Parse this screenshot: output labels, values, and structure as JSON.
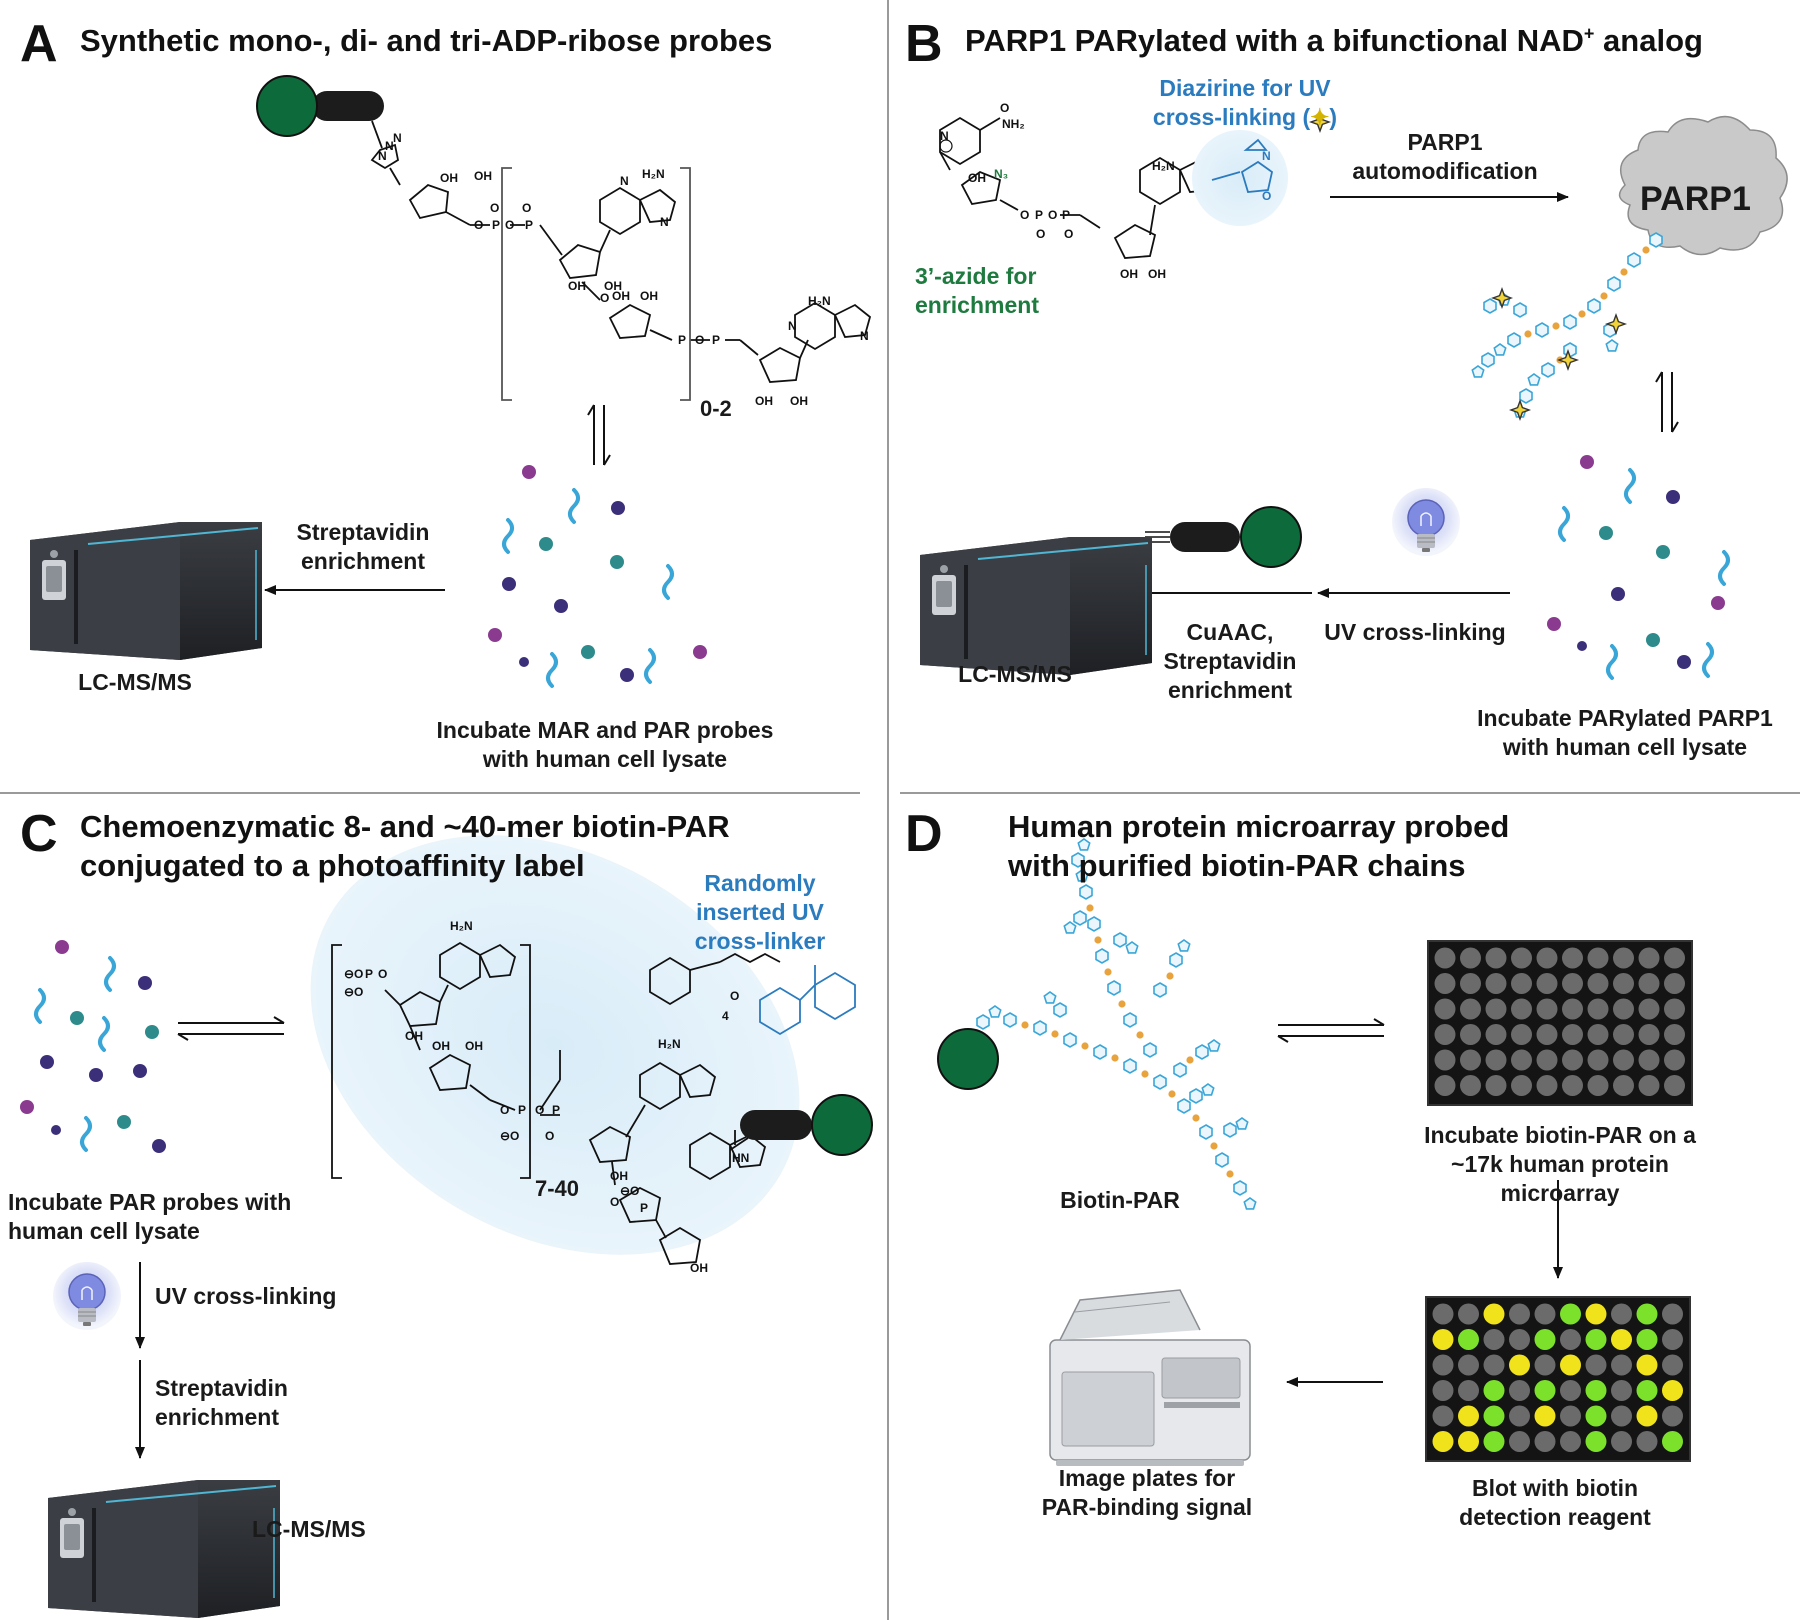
{
  "panels": {
    "A": {
      "letter": "A",
      "title": "Synthetic mono-, di- and tri-ADP-ribose probes",
      "repeat_label": "0-2",
      "arrow_label": "Streptavidin enrichment",
      "instrument_label": "LC-MS/MS",
      "caption": "Incubate MAR and PAR probes with human cell lysate"
    },
    "B": {
      "letter": "B",
      "title_main": "PARP1 PARylated with a bifunctional NAD",
      "title_sup": "+",
      "title_end": " analog",
      "diazirine_label": "Diazirine for UV cross-linking (",
      "diazirine_end": ")",
      "azide_label": "3’-azide for enrichment",
      "arrow_label": "PARP1 automodification",
      "protein_label": "PARP1",
      "uv_label": "UV cross-linking",
      "cuaac_label": "CuAAC, Streptavidin enrichment",
      "instrument_label": "LC-MS/MS",
      "caption": "Incubate PARylated PARP1 with human cell lysate"
    },
    "C": {
      "letter": "C",
      "title_line1": "Chemoenzymatic 8- and ~40-mer biotin-PAR",
      "title_line2": "conjugated to a photoaffinity label",
      "crosslinker_label": "Randomly inserted UV cross-linker",
      "repeat_label": "7-40",
      "caption": "Incubate PAR probes with human cell lysate",
      "uv_label": "UV cross-linking",
      "enrich_label": "Streptavidin enrichment",
      "instrument_label": "LC-MS/MS"
    },
    "D": {
      "letter": "D",
      "title_line1": "Human protein microarray probed",
      "title_line2": "with purified biotin-PAR chains",
      "biotin_par_label": "Biotin-PAR",
      "incubate_label": "Incubate biotin-PAR on a ~17k human protein microarray",
      "blot_label": "Blot with biotin detection reagent",
      "imager_label": "Image plates for PAR-binding signal"
    }
  },
  "colors": {
    "biotin_green": "#0d6b3b",
    "linker_black": "#1c1c1c",
    "chain_blue": "#3aa6d8",
    "dot_purple": "#3b2f7a",
    "dot_magenta": "#8a3b8f",
    "dot_teal": "#2e8b8b",
    "text_blue": "#2b7bbf",
    "text_green": "#1e7a3e",
    "glow_blue": "#cfe6f5",
    "par_hex": "#3aa6d8",
    "par_link": "#e8a33d",
    "spot_yellow": "#f0e21b",
    "spot_green": "#7ce12a",
    "spot_gray": "#6b6b6b",
    "divider": "#9a9a9a"
  },
  "icons": [
    "biotin-linker-icon",
    "mass-spectrometer-icon",
    "uv-bulb-icon",
    "parp1-protein-icon",
    "diazirine-star-icon",
    "microarray-plate-icon",
    "plate-imager-icon",
    "par-chain-icon",
    "lysate-proteins-icon"
  ]
}
